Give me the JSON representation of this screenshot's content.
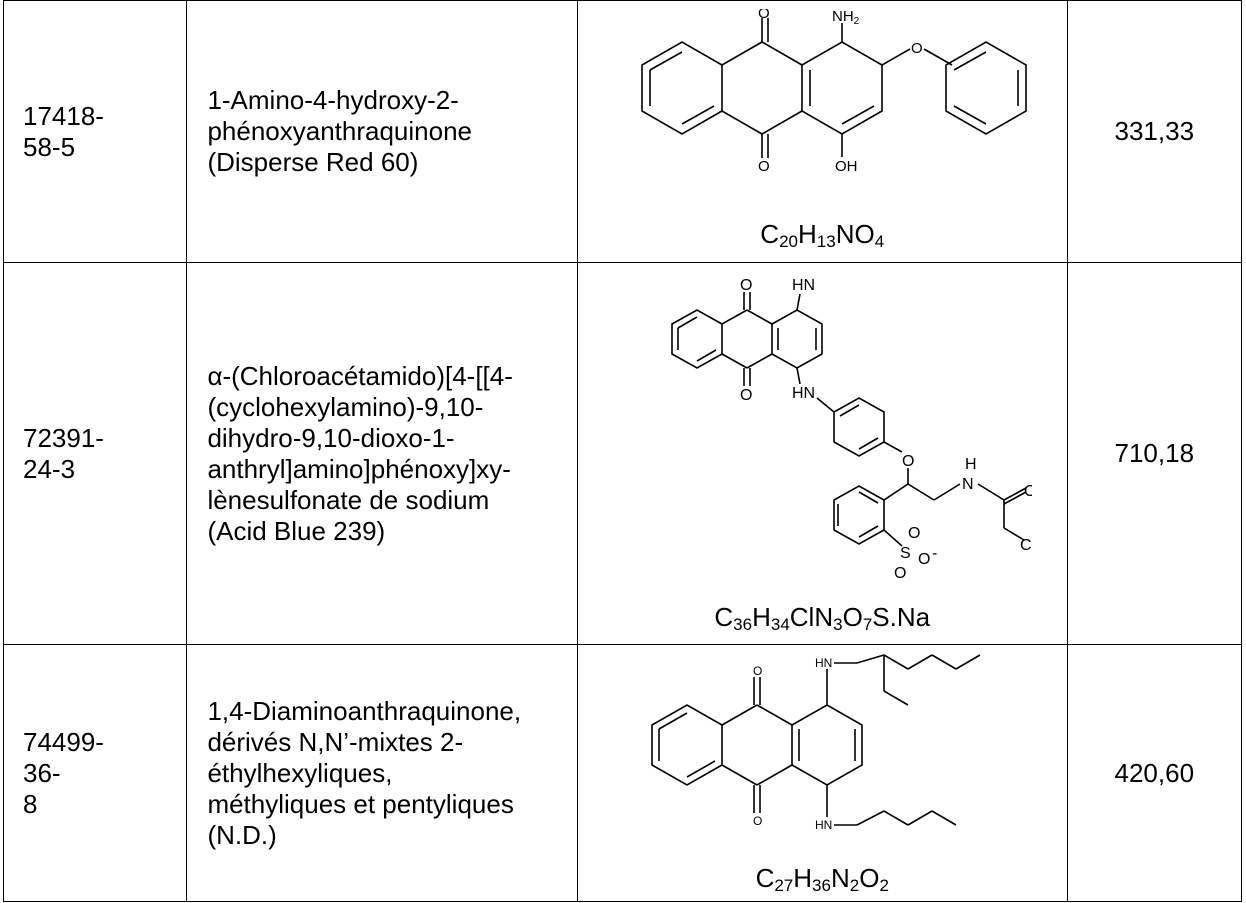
{
  "rows": [
    {
      "cas": "17418-\n58-5",
      "name": "1-Amino-4-hydroxy-2-\nphénoxyanthraquinone\n(Disperse Red 60)",
      "formula": [
        [
          "C",
          "20"
        ],
        [
          "H",
          "13"
        ],
        [
          "N",
          ""
        ],
        [
          "O",
          "4"
        ]
      ],
      "atoms": {
        "o_top": "O",
        "o_bottom": "O",
        "nh2": "NH",
        "nh2_sub": "2",
        "oh": "OH",
        "ether": "O"
      },
      "mw": "331,33"
    },
    {
      "cas": "72391-\n24-3",
      "name": "α-(Chloroacétamido)[4-[[4-\n(cyclohexylamino)-9,10-\ndihydro-9,10-dioxo-1-\nanthryl]amino]phénoxy]xy-\nlènesulfonate de sodium\n(Acid Blue 239)",
      "formula": [
        [
          "C",
          "36"
        ],
        [
          "H",
          "34"
        ],
        [
          "Cl",
          ""
        ],
        [
          "N",
          "3"
        ],
        [
          "O",
          "7"
        ],
        [
          "S",
          ""
        ],
        [
          ".Na",
          ""
        ]
      ],
      "atoms": {
        "o_top": "O",
        "o_bottom": "O",
        "hn_top": "HN",
        "hn_bottom": "HN",
        "ether": "O",
        "nh_h": "H",
        "nh_n": "N",
        "amide_o": "O",
        "cl": "Cl",
        "s": "S",
        "so1": "O",
        "so2": "O",
        "so3": "O",
        "minus": "-"
      },
      "mw": "710,18"
    },
    {
      "cas": "74499-\n36-\n8",
      "name": "1,4-Diaminoanthraquinone,\ndérivés N,N’-mixtes 2-\néthylhexyliques,\nméthyliques et pentyliques\n(N.D.)",
      "formula": [
        [
          "C",
          "27"
        ],
        [
          "H",
          "36"
        ],
        [
          "N",
          "2"
        ],
        [
          "O",
          "2"
        ]
      ],
      "atoms": {
        "o_top": "O",
        "o_bottom": "O",
        "hn_top": "HN",
        "hn_bottom": "HN"
      },
      "mw": "420,60"
    }
  ]
}
